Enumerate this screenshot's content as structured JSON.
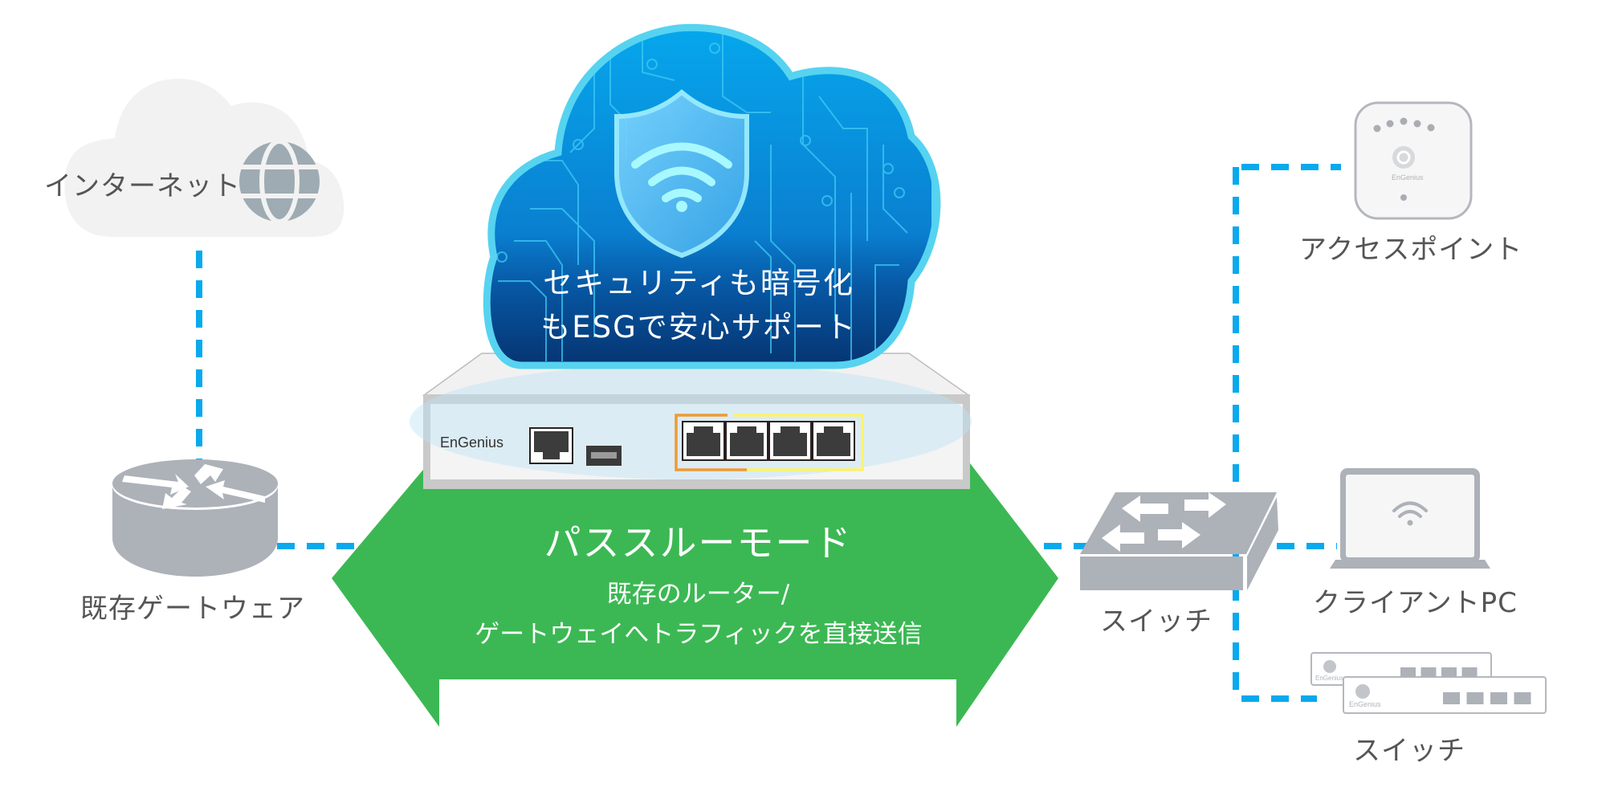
{
  "diagram": {
    "internet": {
      "label": "インターネット",
      "icon": "globe-icon"
    },
    "gateway": {
      "label": "既存ゲートウェア",
      "icon": "router-icon"
    },
    "security_cloud": {
      "line1": "セキュリティも暗号化",
      "line2": "もESGで安心サポート",
      "icon": "shield-wifi-icon"
    },
    "device": {
      "brand": "EnGenius",
      "ports": 4
    },
    "passthrough": {
      "title": "パススルーモード",
      "sub1": "既存のルーター/",
      "sub2": "ゲートウェイへトラフィックを直接送信"
    },
    "switch_main": {
      "label": "スイッチ",
      "icon": "switch-icon"
    },
    "access_point": {
      "label": "アクセスポイント",
      "brand": "EnGenius",
      "icon": "access-point-icon"
    },
    "client_pc": {
      "label": "クライアントPC",
      "icon": "laptop-icon"
    },
    "switch_stack": {
      "label": "スイッチ",
      "brand": "EnGenius",
      "icon": "stacked-switch-icon"
    }
  },
  "colors": {
    "link": "#09a9ee",
    "green": "#3bb853",
    "device_gray": "#adb1b8",
    "cloud_blue": "#0a8fdc",
    "cloud_border": "#56d3f0",
    "text_gray": "#555555"
  }
}
